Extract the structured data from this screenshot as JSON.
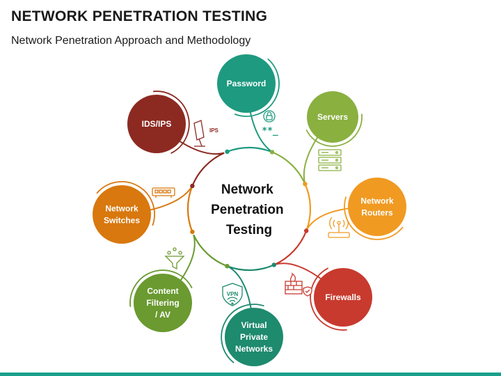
{
  "title": "NETWORK PENETRATION TESTING",
  "subtitle": "Network Penetration Approach and Methodology",
  "center": {
    "lines": [
      "Network",
      "Penetration",
      "Testing"
    ]
  },
  "nodes": [
    {
      "key": "password",
      "lines": [
        "Password"
      ],
      "color": "#1e9a80",
      "icon": "lock-password-icon"
    },
    {
      "key": "servers",
      "lines": [
        "Servers"
      ],
      "color": "#8ab040",
      "icon": "server-rack-icon"
    },
    {
      "key": "network-routers",
      "lines": [
        "Network",
        "Routers"
      ],
      "color": "#f09a22",
      "icon": "router-icon"
    },
    {
      "key": "firewalls",
      "lines": [
        "Firewalls"
      ],
      "color": "#c83a2e",
      "icon": "firewall-icon"
    },
    {
      "key": "virtual-private-networks",
      "lines": [
        "Virtual",
        "Private",
        "Networks"
      ],
      "color": "#1e8a6e",
      "icon": "vpn-shield-icon"
    },
    {
      "key": "content-filtering-av",
      "lines": [
        "Content",
        "Filtering",
        "/ AV"
      ],
      "color": "#6a9a30",
      "icon": "funnel-filter-icon"
    },
    {
      "key": "network-switches",
      "lines": [
        "Network",
        "Switches"
      ],
      "color": "#d8780e",
      "icon": "network-switch-icon"
    },
    {
      "key": "ids-ips",
      "lines": [
        "IDS/IPS"
      ],
      "color": "#8c2a22",
      "icon": "ids-monitor-icon"
    }
  ],
  "icon_labels": {
    "password": "**_",
    "ids": "IPS",
    "vpn": "VPN"
  }
}
